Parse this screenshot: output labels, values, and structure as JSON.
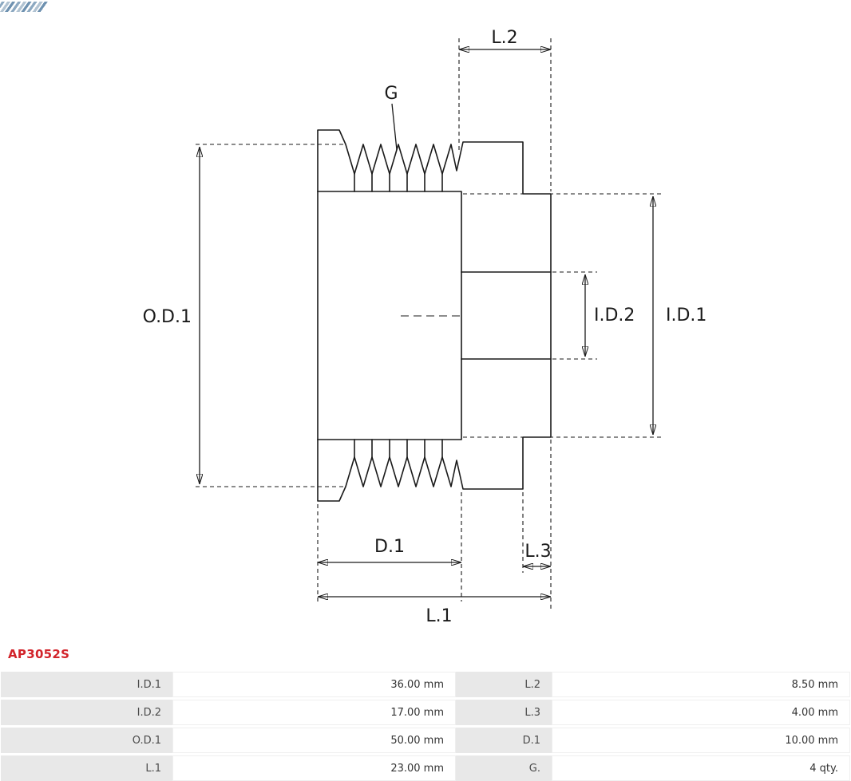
{
  "header": {
    "logo_icon": "brand-logo-fragment",
    "part_number": "AP3052S"
  },
  "drawing": {
    "type": "pulley-cross-section-technical-drawing",
    "labels": {
      "od1": "O.D.1",
      "id1": "I.D.1",
      "id2": "I.D.2",
      "l1": "L.1",
      "l2": "L.2",
      "l3": "L.3",
      "d1": "D.1",
      "g": "G"
    }
  },
  "table": {
    "rows": [
      {
        "label1": "I.D.1",
        "value1": "36.00 mm",
        "label2": "L.2",
        "value2": "8.50 mm"
      },
      {
        "label1": "I.D.2",
        "value1": "17.00 mm",
        "label2": "L.3",
        "value2": "4.00 mm"
      },
      {
        "label1": "O.D.1",
        "value1": "50.00 mm",
        "label2": "D.1",
        "value2": "10.00 mm"
      },
      {
        "label1": "L.1",
        "value1": "23.00 mm",
        "label2": "G.",
        "value2": "4 qty."
      }
    ]
  },
  "colors": {
    "line": "#1a1a1a",
    "part_number": "#d2232a",
    "table_label_bg": "#e8e8e8",
    "table_value_bg": "#ffffff"
  }
}
